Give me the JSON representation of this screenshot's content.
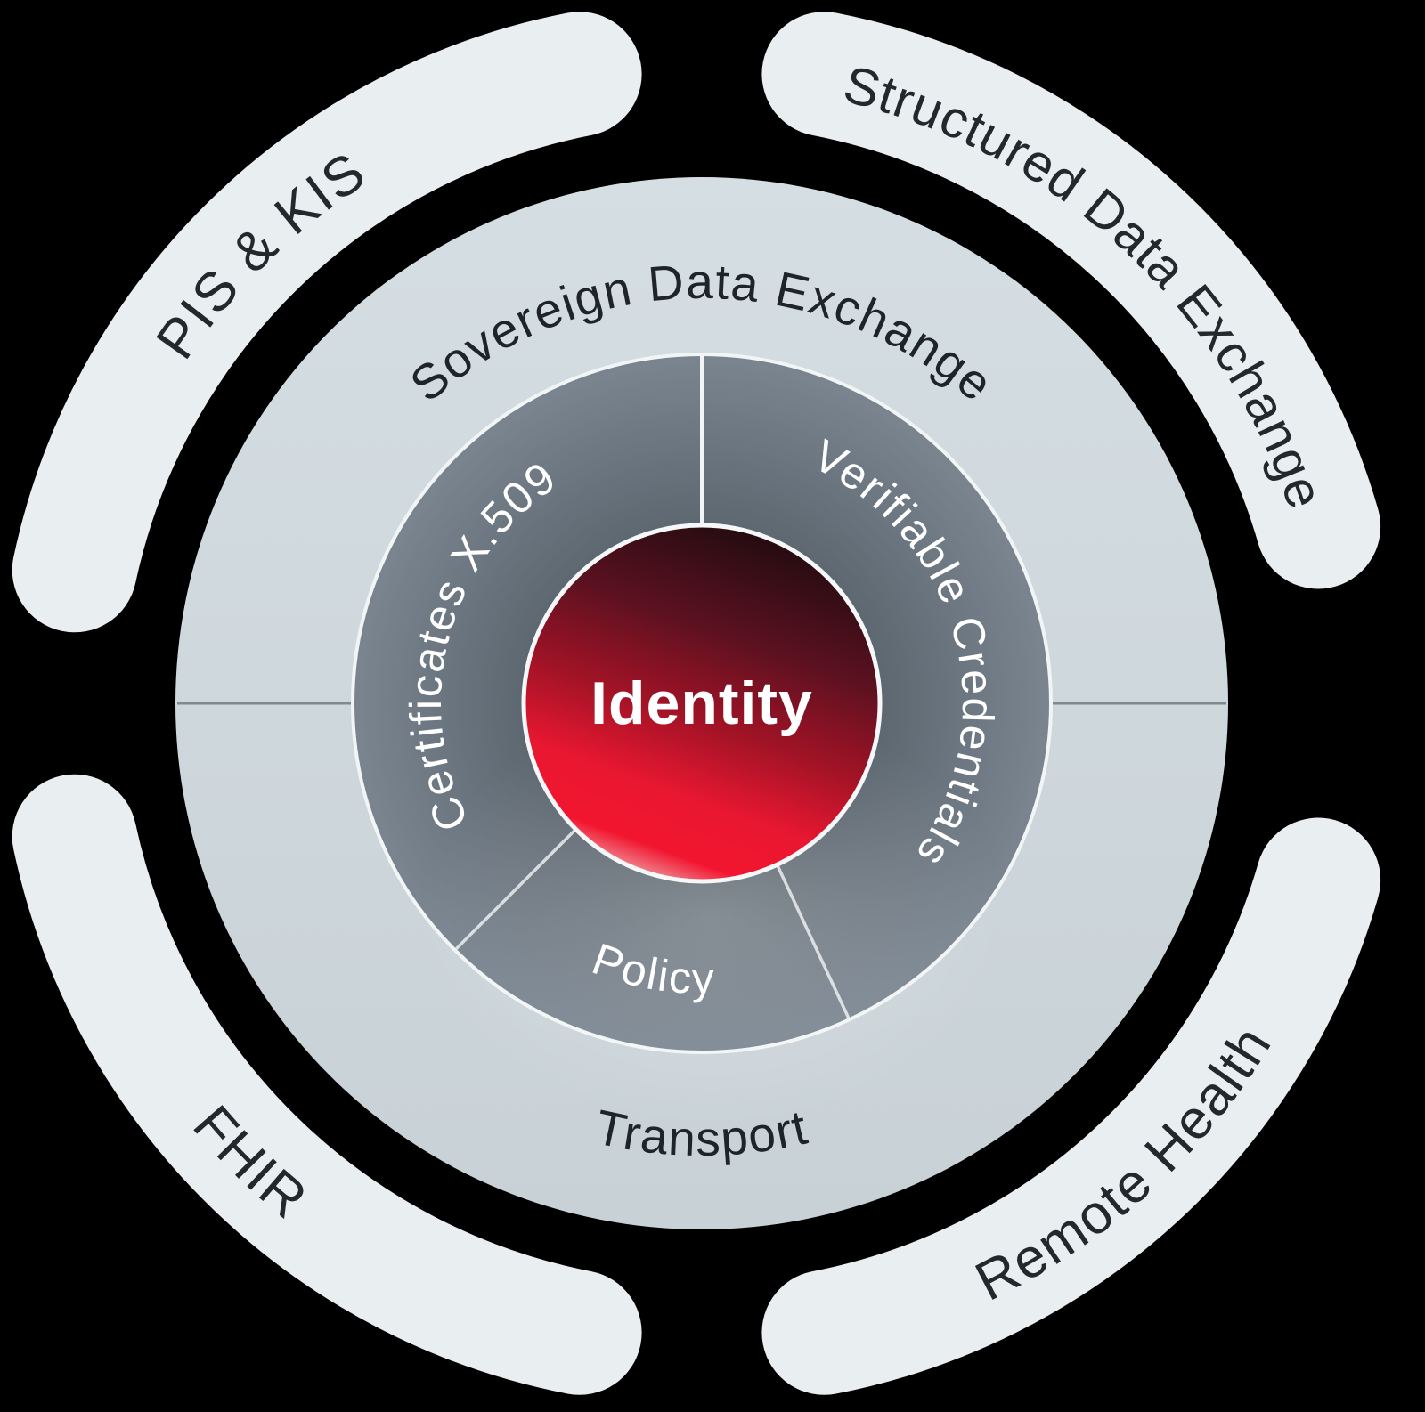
{
  "diagram": {
    "center": {
      "label": "Identity"
    },
    "inner_ring": {
      "segments": [
        "Certificates X.509",
        "Verifiable Credentials",
        "Policy"
      ]
    },
    "outer_ring": {
      "segments": [
        "Sovereign Data Exchange",
        "Transport"
      ]
    },
    "satellite_arcs": [
      "PIS & KIS",
      "Structured Data Exchange",
      "FHIR",
      "Remote Health"
    ],
    "colors": {
      "background": "#000000",
      "outer_ring_fill": "#ccd5d9",
      "inner_ring_fill": "#6d7780",
      "satellite_arc_fill": "#e9eef1",
      "center_red": "#e01a2e",
      "light_text": "#ffffff",
      "dark_text": "#22272c"
    }
  }
}
